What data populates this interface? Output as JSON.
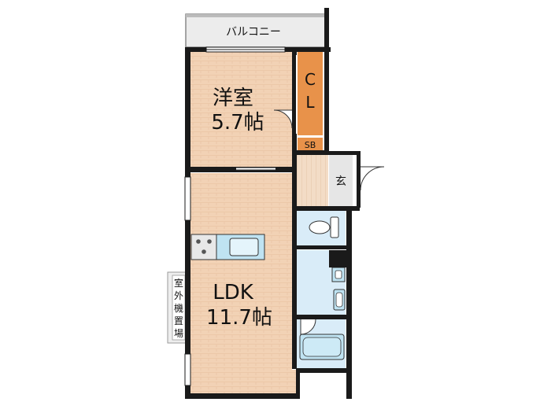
{
  "rooms": {
    "balcony": "バルコニー",
    "western_room": {
      "name": "洋室",
      "size": "5.7帖"
    },
    "closet": {
      "line1": "C",
      "line2": "L"
    },
    "shoe_box": "SB",
    "entrance": "玄",
    "ldk": {
      "name": "LDK",
      "size": "11.7帖"
    },
    "outdoor_unit": [
      "室",
      "外",
      "機",
      "置",
      "場"
    ]
  },
  "colors": {
    "floor": "#f2d2b5",
    "floor_line": "#e6bd9c",
    "closet": "#e8924a",
    "water": "#d9ecf8",
    "wall": "#1a1a1a",
    "balcony": "#ececec",
    "fixture": "#bfe3f2"
  }
}
